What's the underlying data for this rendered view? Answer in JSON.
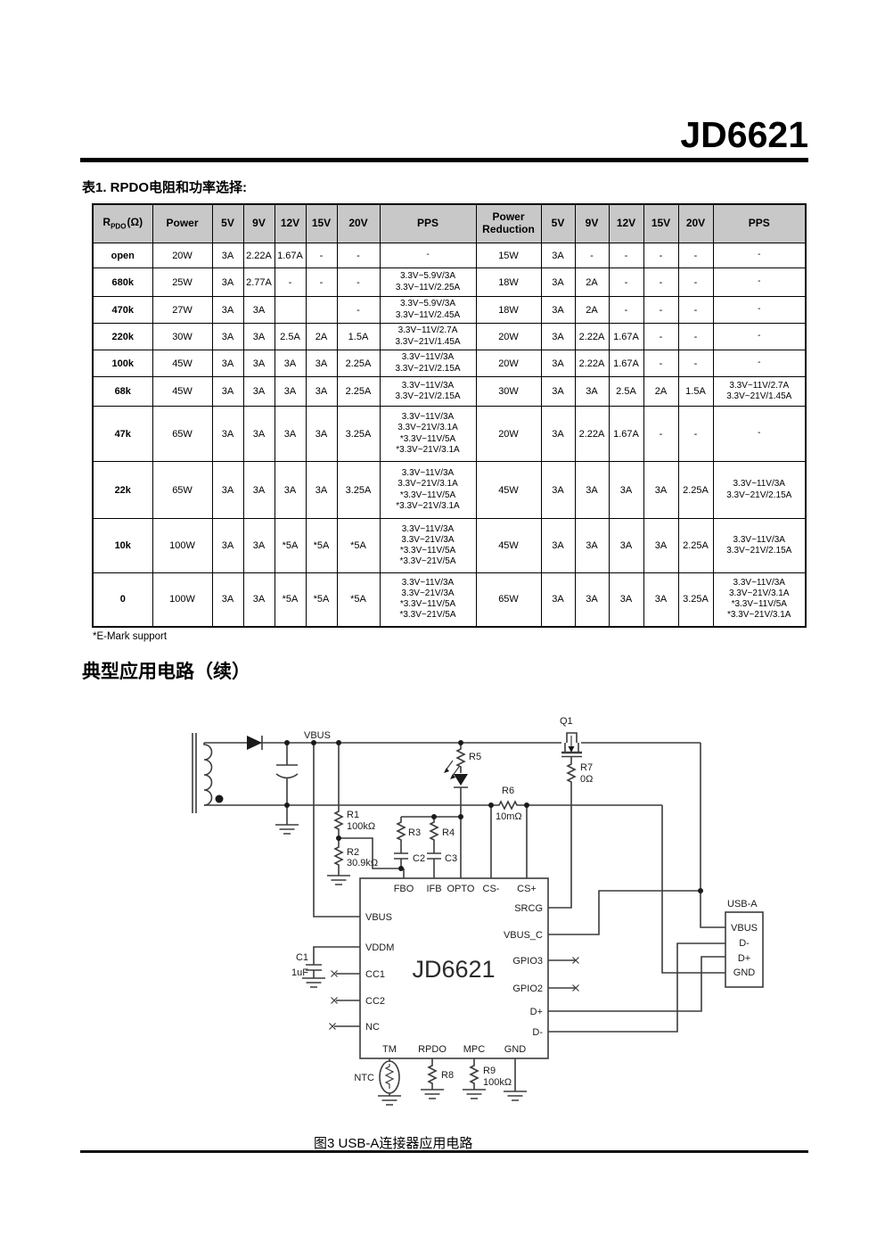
{
  "page": {
    "doc_title": "JD6621",
    "table_caption": "表1. RPDO电阻和功率选择:",
    "footnote": "*E-Mark support",
    "section_heading": "典型应用电路（续）",
    "figure_caption": "图3 USB-A连接器应用电路"
  },
  "table": {
    "header": {
      "rpdo_main": "R",
      "rpdo_sub": "PDO",
      "rpdo_unit": "(Ω)",
      "cols": [
        "Power",
        "5V",
        "9V",
        "12V",
        "15V",
        "20V",
        "PPS",
        "Power Reduction",
        "5V",
        "9V",
        "12V",
        "15V",
        "20V",
        "PPS"
      ]
    },
    "rows": [
      [
        "open",
        "20W",
        "3A",
        "2.22A",
        "1.67A",
        "-",
        "-",
        "-",
        "15W",
        "3A",
        "-",
        "-",
        "-",
        "-",
        "-"
      ],
      [
        "680k",
        "25W",
        "3A",
        "2.77A",
        "-",
        "-",
        "-",
        "3.3V~5.9V/3A\n3.3V~11V/2.25A",
        "18W",
        "3A",
        "2A",
        "-",
        "-",
        "-",
        "-"
      ],
      [
        "470k",
        "27W",
        "3A",
        "3A",
        "",
        "",
        "-",
        "3.3V~5.9V/3A\n3.3V~11V/2.45A",
        "18W",
        "3A",
        "2A",
        "-",
        "-",
        "-",
        "-"
      ],
      [
        "220k",
        "30W",
        "3A",
        "3A",
        "2.5A",
        "2A",
        "1.5A",
        "3.3V~11V/2.7A\n3.3V~21V/1.45A",
        "20W",
        "3A",
        "2.22A",
        "1.67A",
        "-",
        "-",
        "-"
      ],
      [
        "100k",
        "45W",
        "3A",
        "3A",
        "3A",
        "3A",
        "2.25A",
        "3.3V~11V/3A\n3.3V~21V/2.15A",
        "20W",
        "3A",
        "2.22A",
        "1.67A",
        "-",
        "-",
        "-"
      ],
      [
        "68k",
        "45W",
        "3A",
        "3A",
        "3A",
        "3A",
        "2.25A",
        "3.3V~11V/3A\n3.3V~21V/2.15A",
        "30W",
        "3A",
        "3A",
        "2.5A",
        "2A",
        "1.5A",
        "3.3V~11V/2.7A\n3.3V~21V/1.45A"
      ],
      [
        "47k",
        "65W",
        "3A",
        "3A",
        "3A",
        "3A",
        "3.25A",
        "3.3V~11V/3A\n3.3V~21V/3.1A\n*3.3V~11V/5A\n*3.3V~21V/3.1A",
        "20W",
        "3A",
        "2.22A",
        "1.67A",
        "-",
        "-",
        "-"
      ],
      [
        "22k",
        "65W",
        "3A",
        "3A",
        "3A",
        "3A",
        "3.25A",
        "3.3V~11V/3A\n3.3V~21V/3.1A\n*3.3V~11V/5A\n*3.3V~21V/3.1A",
        "45W",
        "3A",
        "3A",
        "3A",
        "3A",
        "2.25A",
        "3.3V~11V/3A\n3.3V~21V/2.15A"
      ],
      [
        "10k",
        "100W",
        "3A",
        "3A",
        "*5A",
        "*5A",
        "*5A",
        "3.3V~11V/3A\n3.3V~21V/3A\n*3.3V~11V/5A\n*3.3V~21V/5A",
        "45W",
        "3A",
        "3A",
        "3A",
        "3A",
        "2.25A",
        "3.3V~11V/3A\n3.3V~21V/2.15A"
      ],
      [
        "0",
        "100W",
        "3A",
        "3A",
        "*5A",
        "*5A",
        "*5A",
        "3.3V~11V/3A\n3.3V~21V/3A\n*3.3V~11V/5A\n*3.3V~21V/5A",
        "65W",
        "3A",
        "3A",
        "3A",
        "3A",
        "3.25A",
        "3.3V~11V/3A\n3.3V~21V/3.1A\n*3.3V~11V/5A\n*3.3V~21V/3.1A"
      ]
    ]
  },
  "schematic": {
    "labels": {
      "vbus_rail": "VBUS",
      "q1": "Q1",
      "r5": "R5",
      "r6": "R6",
      "r6_val": "10mΩ",
      "r7": "R7",
      "r7_val": "0Ω",
      "r1": "R1",
      "r1_val": "100kΩ",
      "r2": "R2",
      "r2_val": "30.9kΩ",
      "r3": "R3",
      "r4": "R4",
      "c2": "C2",
      "c3": "C3",
      "c1": "C1",
      "c1_val": "1uF",
      "chip": "JD6621",
      "ntc": "NTC",
      "r8": "R8",
      "r9": "R9",
      "r9_val": "100kΩ",
      "usb_title": "USB-A"
    },
    "chip_pins": {
      "top": [
        "FBO",
        "IFB",
        "OPTO",
        "CS-",
        "CS+"
      ],
      "left": [
        "VBUS",
        "VDDM",
        "CC1",
        "CC2",
        "NC"
      ],
      "right": [
        "SRCG",
        "VBUS_C",
        "GPIO3",
        "GPIO2",
        "D+",
        "D-"
      ],
      "bottom": [
        "TM",
        "RPDO",
        "MPC",
        "GND"
      ]
    },
    "usb_pins": [
      "VBUS",
      "D-",
      "D+",
      "GND"
    ]
  },
  "colors": {
    "header_bg": "#c8c8c8",
    "rule": "#000000",
    "wire": "#3c3c3c"
  }
}
